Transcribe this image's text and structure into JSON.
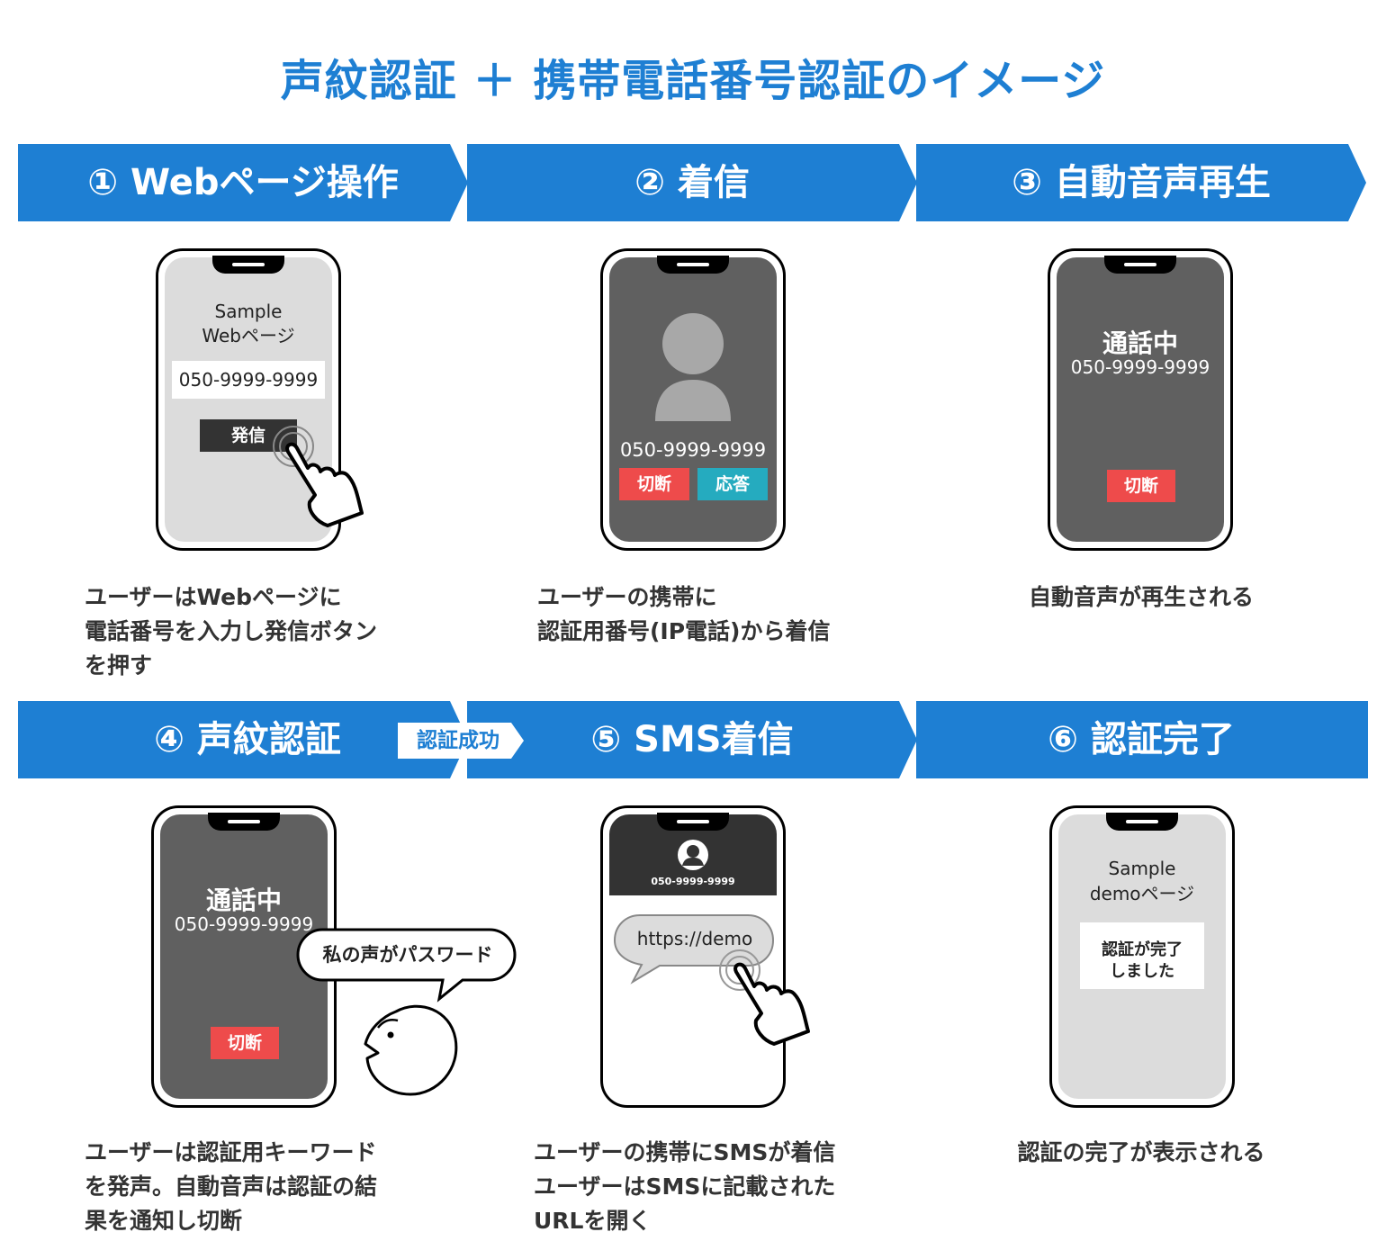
{
  "title": "声紋認証 ＋ 携帯電話番号認証のイメージ",
  "colors": {
    "accent": "#1e7fd3",
    "red": "#ee4b4b",
    "teal": "#25abbf",
    "screen_dark": "#606060",
    "screen_light": "#dcdcdc"
  },
  "steps": [
    {
      "label": "① Webページ操作",
      "desc": [
        "ユーザーはWebページに",
        "電話番号を入力し発信ボタン",
        "を押す"
      ]
    },
    {
      "label": "② 着信",
      "desc": [
        "ユーザーの携帯に",
        "認証用番号(IP電話)から着信"
      ]
    },
    {
      "label": "③ 自動音声再生",
      "desc": [
        "自動音声が再生される"
      ]
    },
    {
      "label": "④ 声紋認証",
      "desc": [
        "ユーザーは認証用キーワード",
        "を発声。自動音声は認証の結",
        "果を通知し切断"
      ]
    },
    {
      "label": "⑤ SMS着信",
      "desc": [
        "ユーザーの携帯にSMSが着信",
        "ユーザーはSMSに記載された",
        "URLを開く"
      ]
    },
    {
      "label": "⑥ 認証完了",
      "desc": [
        "認証の完了が表示される"
      ]
    }
  ],
  "success_tag": "認証成功",
  "phone1": {
    "page_title": [
      "Sample",
      "Webページ"
    ],
    "number": "050-9999-9999",
    "call_button": "発信"
  },
  "phone2": {
    "number": "050-9999-9999",
    "hangup": "切断",
    "answer": "応答"
  },
  "phone3": {
    "status": "通話中",
    "number": "050-9999-9999",
    "hangup": "切断"
  },
  "phone4": {
    "status": "通話中",
    "number": "050-9999-9999",
    "hangup": "切断",
    "speech": "私の声がパスワード"
  },
  "phone5": {
    "sender": "050-9999-9999",
    "message": "https://demo"
  },
  "phone6": {
    "page_title": [
      "Sample",
      "demoページ"
    ],
    "message": [
      "認証が完了",
      "しました"
    ]
  }
}
